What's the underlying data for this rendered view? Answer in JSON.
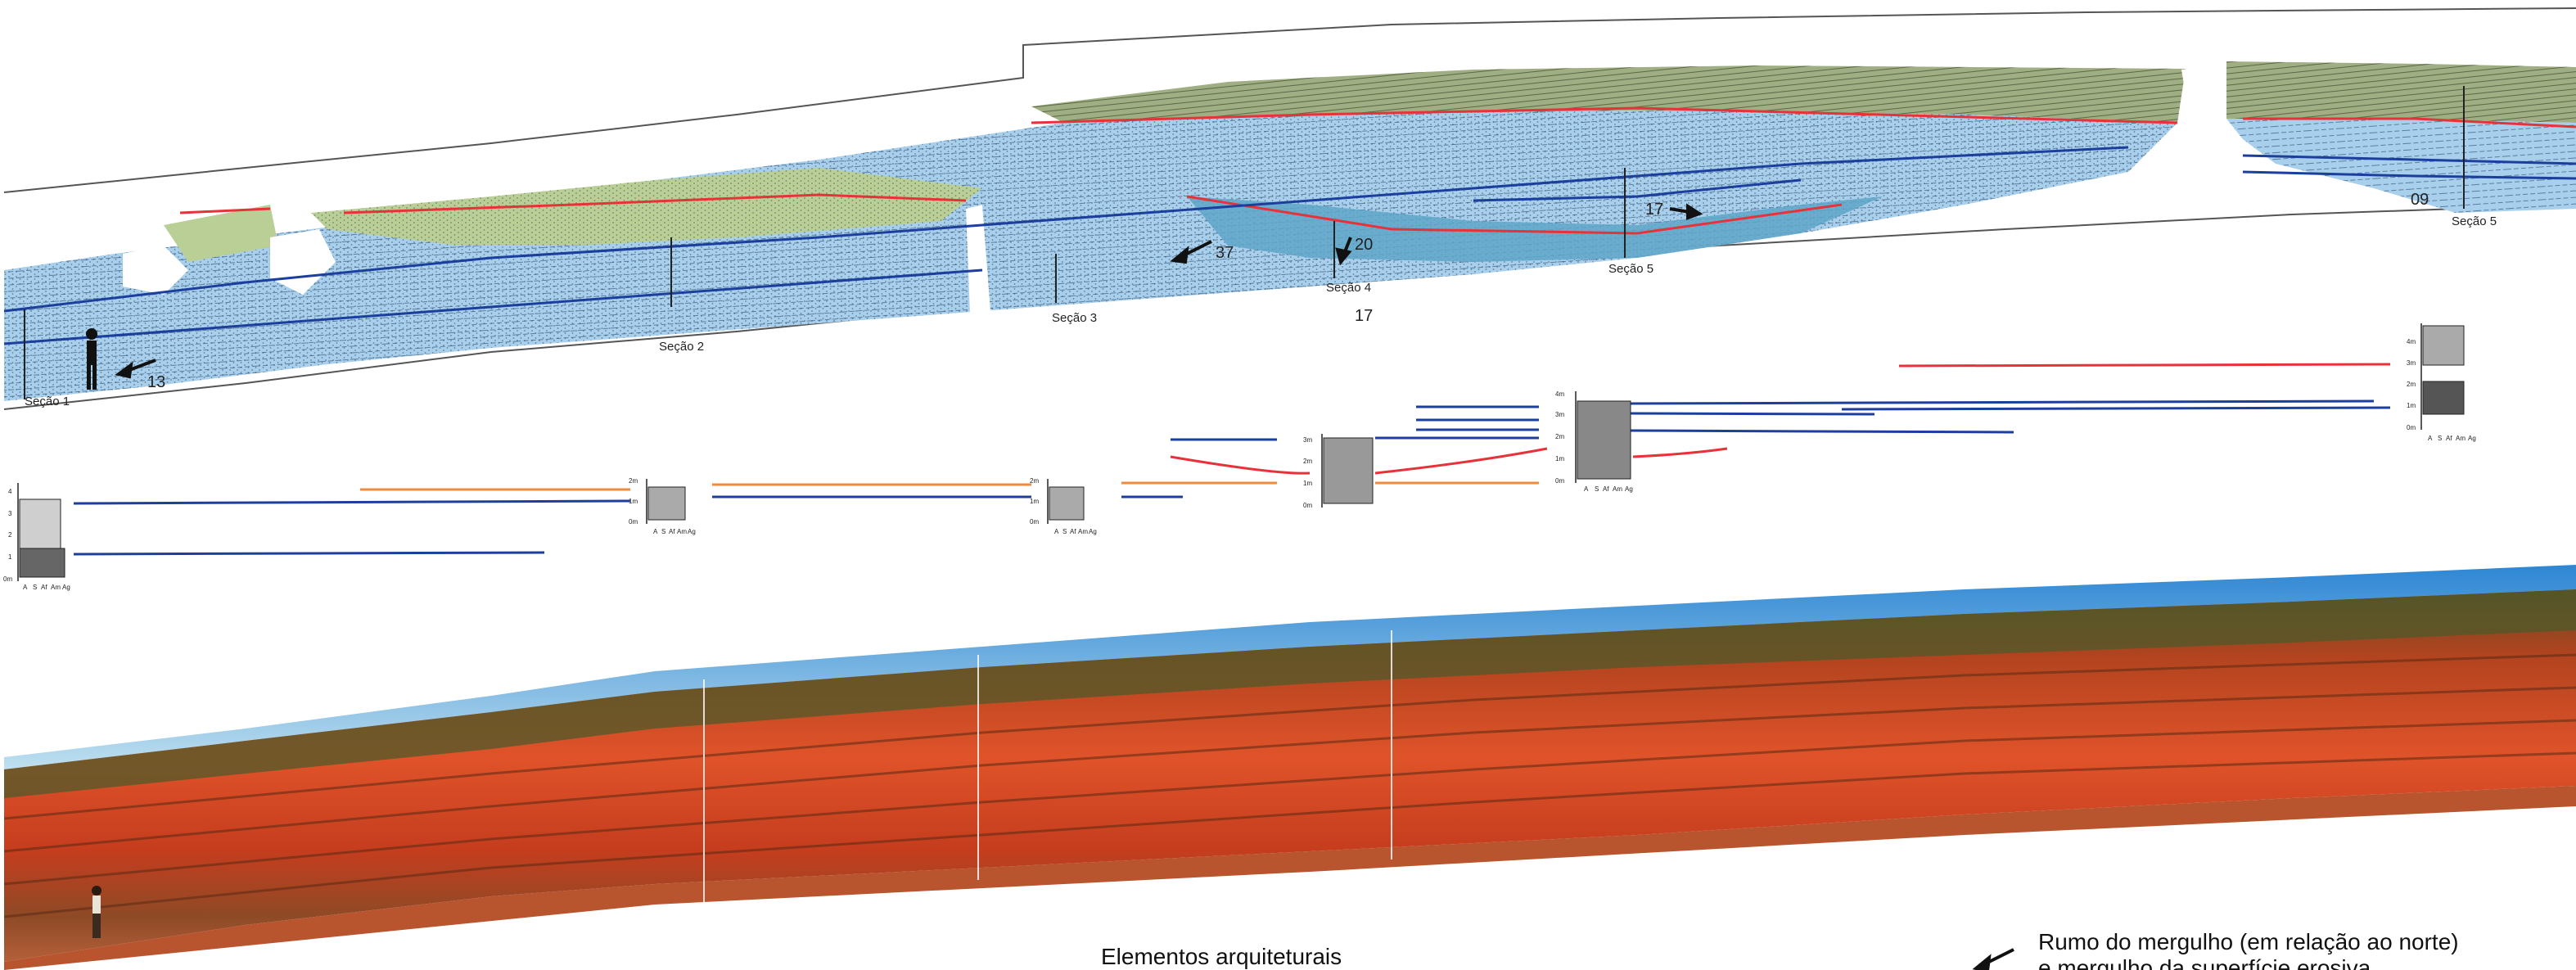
{
  "panorama_sketch": {
    "section_labels": [
      "Seção 1",
      "Seção 2",
      "Seção 3",
      "Seção 4",
      "Seção 5",
      "Seção 5"
    ],
    "dip_values": [
      "13",
      "37",
      "20",
      "17",
      "09"
    ],
    "section4_value": "17"
  },
  "stratigraphic_logs": {
    "scale_ticks": {
      "log1": [
        "0m",
        "1",
        "2",
        "3",
        "4"
      ],
      "log2": [
        "0m",
        "1m",
        "2m"
      ],
      "log3": [
        "0m",
        "1m",
        "2m"
      ],
      "log4": [
        "0m",
        "1m",
        "2m",
        "3m"
      ],
      "log5": [
        "0m",
        "1m",
        "2m",
        "3m",
        "4m"
      ],
      "log6": [
        "0m",
        "1m",
        "2m",
        "3m",
        "4m"
      ]
    },
    "grain_axis_labels": [
      "A",
      "S",
      "Af",
      "Am",
      "Ag"
    ]
  },
  "photo_mosaic": {
    "description_colors": {
      "sky": "#3d8fd6",
      "rock": "#c8411f",
      "vegetation": "#4d5a2a",
      "ground": "#b8542e"
    }
  },
  "legend": {
    "title": "Elementos arquiteturais",
    "dip_line1": "Rumo do mergulho (em relação ao norte)",
    "dip_line2": "e mergulho da superfície erosiva"
  },
  "colors": {
    "blue_facies": "#a8d0ec",
    "green_facies": "#b9cf96",
    "olive_facies": "#9fae83",
    "red_surface": "#e8323a",
    "blue_surface": "#1c3e9c",
    "orange_surface": "#f08a3c"
  }
}
